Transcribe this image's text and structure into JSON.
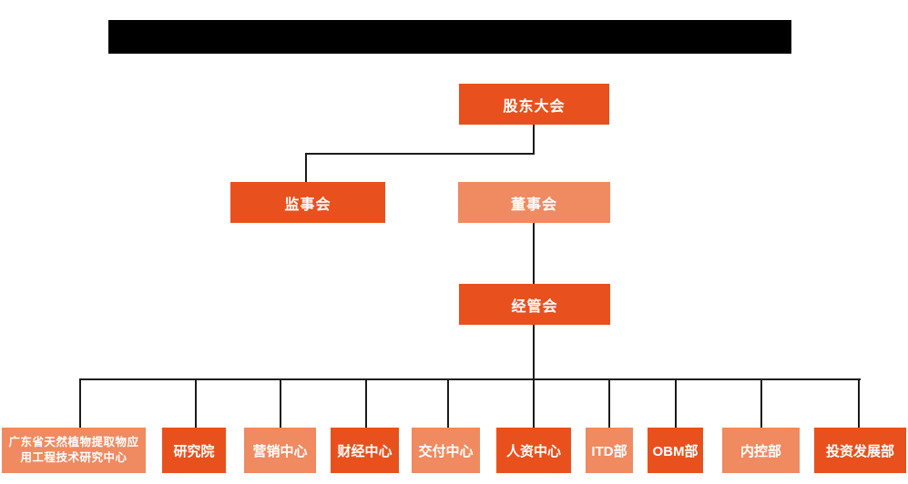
{
  "title_bar": {
    "redacted": true,
    "note_label": ""
  },
  "colors": {
    "dark": "#e8511d",
    "light": "#f08a60",
    "line": "#1b1b1b",
    "text": "#ffffff",
    "bg": "#ffffff"
  },
  "org": {
    "level1": {
      "label": "股东大会",
      "tone": "dark"
    },
    "level2": [
      {
        "label": "监事会",
        "tone": "dark"
      },
      {
        "label": "董事会",
        "tone": "light"
      }
    ],
    "level3": {
      "label": "经管会",
      "tone": "dark"
    },
    "departments": [
      {
        "label": "广东省天然植物提取物应用工程技术研究中心",
        "tone": "light"
      },
      {
        "label": "研究院",
        "tone": "dark"
      },
      {
        "label": "营销中心",
        "tone": "light"
      },
      {
        "label": "财经中心",
        "tone": "dark"
      },
      {
        "label": "交付中心",
        "tone": "light"
      },
      {
        "label": "人资中心",
        "tone": "dark"
      },
      {
        "label": "ITD部",
        "tone": "light"
      },
      {
        "label": "OBM部",
        "tone": "dark"
      },
      {
        "label": "内控部",
        "tone": "light"
      },
      {
        "label": "投资发展部",
        "tone": "dark"
      }
    ]
  }
}
